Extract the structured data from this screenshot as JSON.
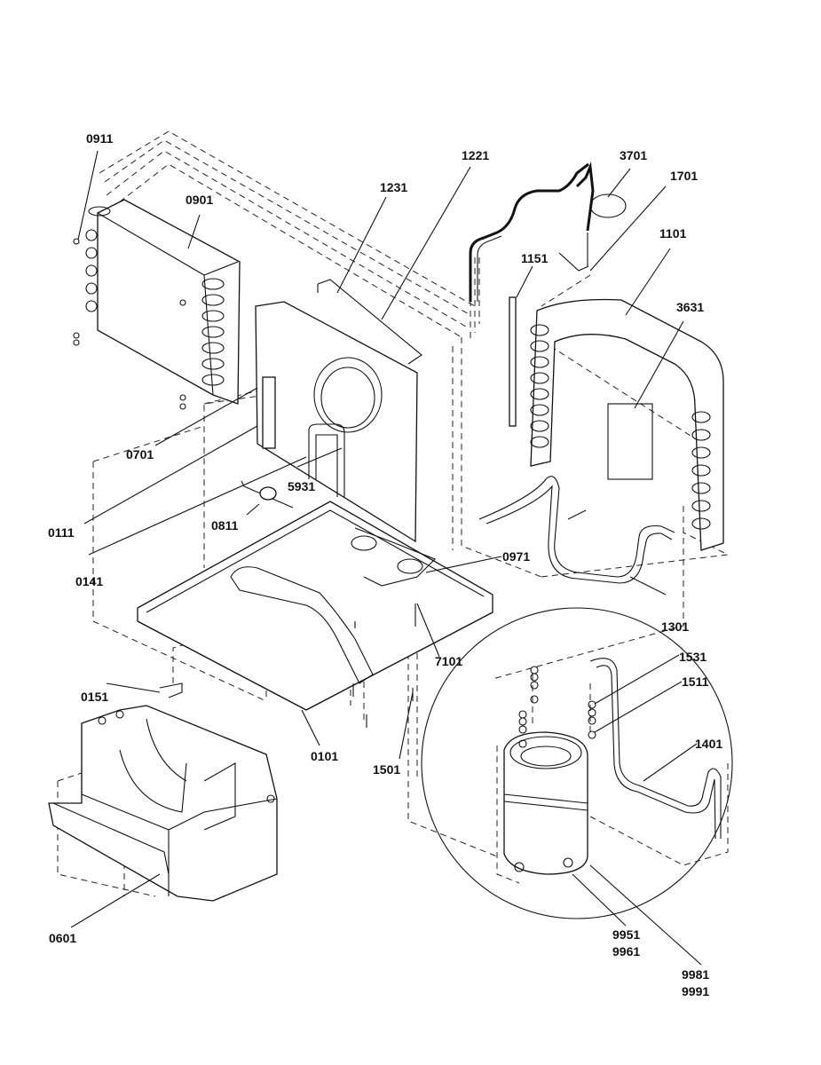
{
  "diagram": {
    "type": "exploded-parts-view",
    "labels": {
      "p0911": "0911",
      "p0901": "0901",
      "p1231": "1231",
      "p1221": "1221",
      "p3701": "3701",
      "p1701": "1701",
      "p1101": "1101",
      "p1151": "1151",
      "p3631": "3631",
      "p0701": "0701",
      "p5931": "5931",
      "p0111": "0111",
      "p0811": "0811",
      "p0141": "0141",
      "p0971": "0971",
      "p1301": "1301",
      "p7101": "7101",
      "p1531": "1531",
      "p1511": "1511",
      "p0151": "0151",
      "p0101": "0101",
      "p1501": "1501",
      "p1401": "1401",
      "p0601": "0601",
      "p9951": "9951",
      "p9961": "9961",
      "p9981": "9981",
      "p9991": "9991"
    }
  }
}
